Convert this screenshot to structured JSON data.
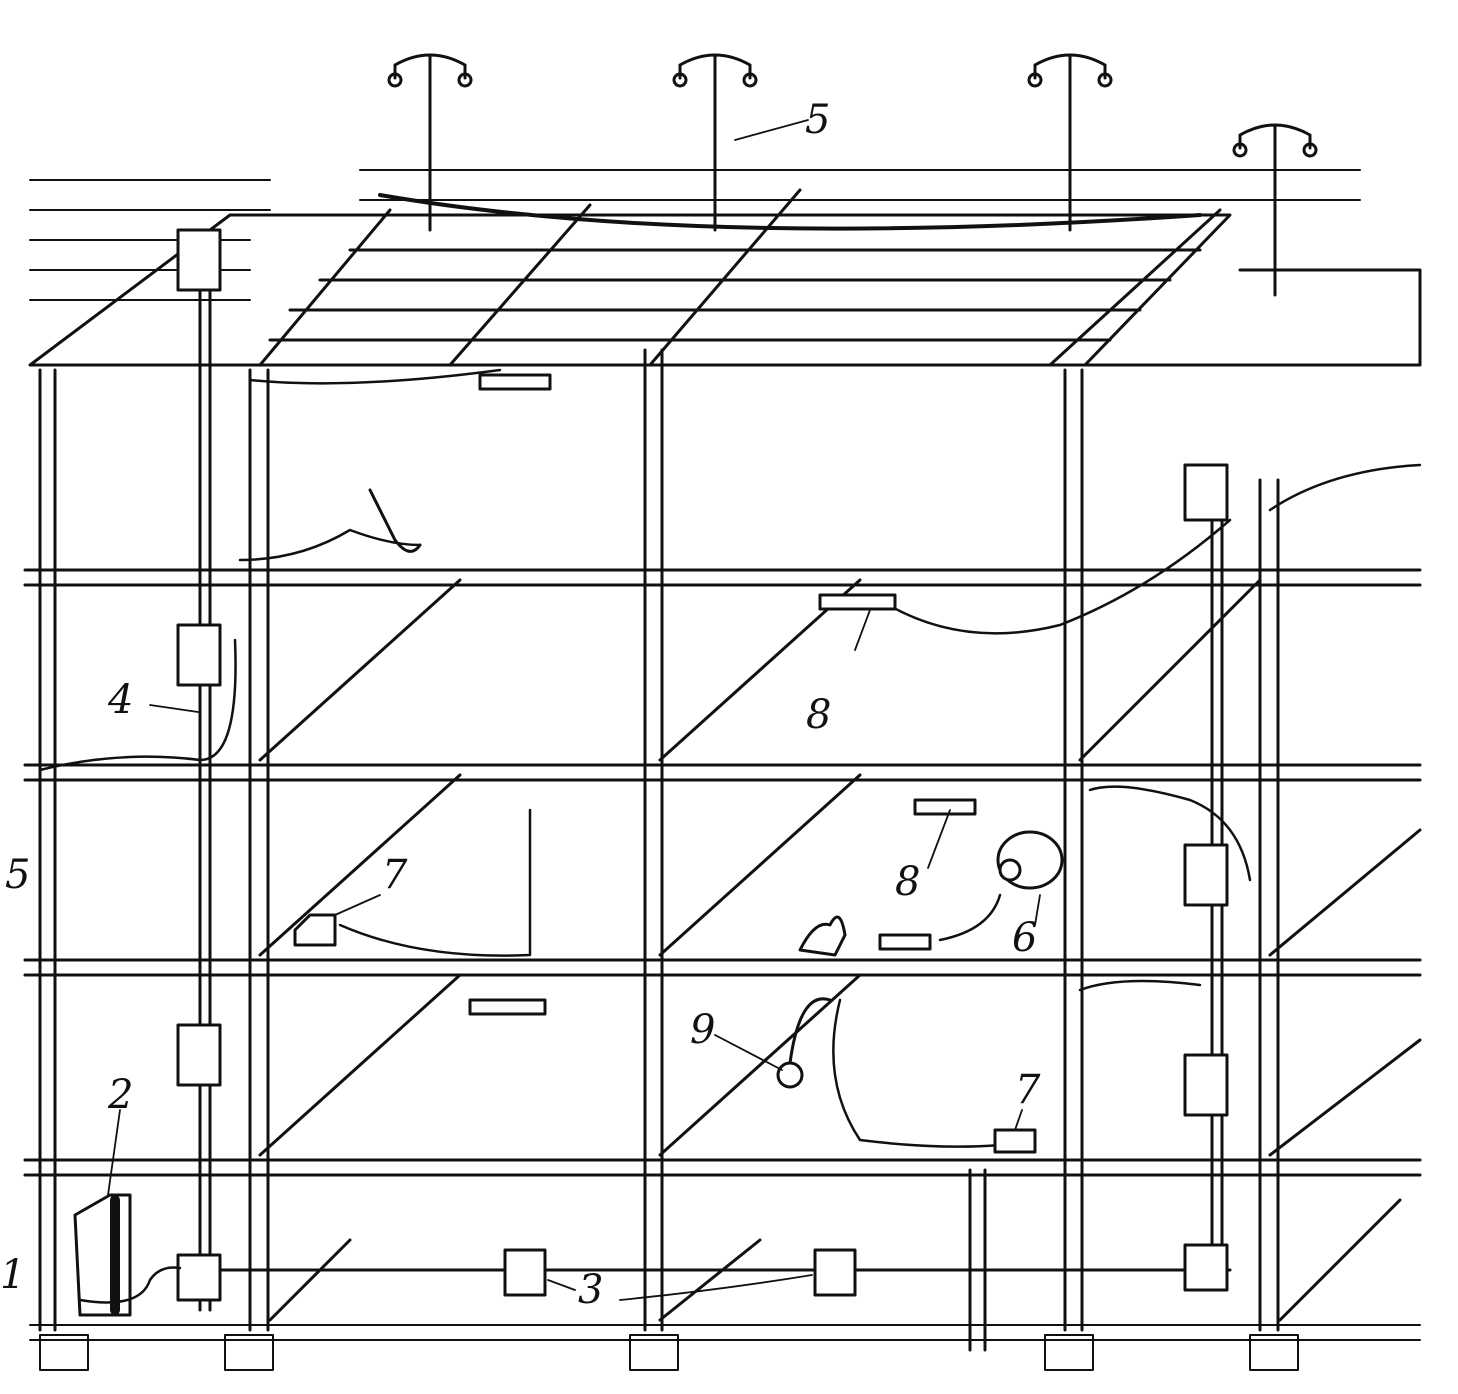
{
  "diagram": {
    "ink_color": "#111111",
    "paper_color": "#ffffff",
    "callouts": [
      {
        "id": "c1",
        "text": "1"
      },
      {
        "id": "c2",
        "text": "2"
      },
      {
        "id": "c3",
        "text": "3"
      },
      {
        "id": "c4",
        "text": "4"
      },
      {
        "id": "c5a",
        "text": "5"
      },
      {
        "id": "c5b",
        "text": "5"
      },
      {
        "id": "c6",
        "text": "6"
      },
      {
        "id": "c7a",
        "text": "7"
      },
      {
        "id": "c7b",
        "text": "7"
      },
      {
        "id": "c8a",
        "text": "8"
      },
      {
        "id": "c8b",
        "text": "8"
      },
      {
        "id": "c9",
        "text": "9"
      }
    ]
  }
}
